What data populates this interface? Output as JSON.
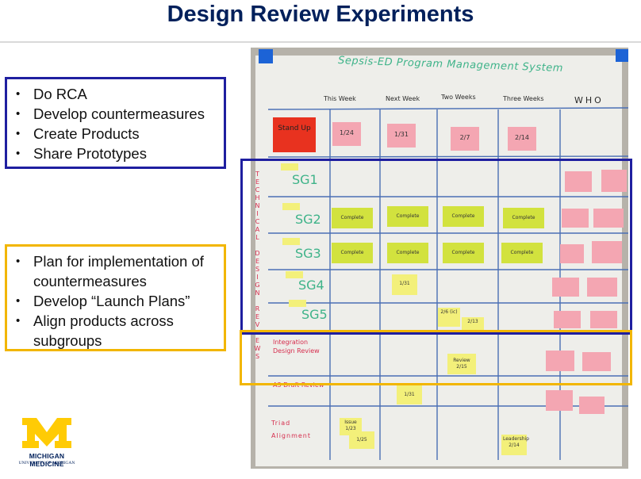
{
  "slide": {
    "title": "Design Review Experiments",
    "box1_items": [
      "Do RCA",
      "Develop countermeasures",
      "Create Products",
      "Share Prototypes"
    ],
    "box2_items": [
      "Plan for implementation of countermeasures",
      "Develop “Launch Plans”",
      "Align products across subgroups"
    ]
  },
  "board": {
    "title": "Sepsis-ED Program Management System",
    "columns": [
      "This Week",
      "Next Week",
      "Two Weeks",
      "Three Weeks",
      "WHO"
    ],
    "rows": {
      "standup": "Stand Up",
      "technical": "TECHNICAL DESIGN REVIEWS",
      "sg1": "SG1",
      "sg2": "SG2",
      "sg3": "SG3",
      "sg4": "SG4",
      "sg5": "SG5",
      "integration": "Integration Design Review",
      "ab": "A3 Draft Review",
      "triad": "Triad Alignment"
    },
    "notes": {
      "standup_dates": [
        "1/24",
        "1/31",
        "2/7",
        "2/14"
      ],
      "complete": "Complete",
      "sg4_date": "1/31",
      "sg5_date": "2/6 (ic)",
      "sg5_date2": "2/13",
      "review_215": "Review 2/15",
      "ab_date": "1/31",
      "triad_1": "Issue 1/23",
      "triad_2": "1/25",
      "triad_3": "Leadership 2/14"
    }
  },
  "colors": {
    "navy": "#00205b",
    "maize": "#ffcb05",
    "blue_box": "#1f1fa0",
    "gold_box": "#f2b600"
  },
  "logo": {
    "line1": "MICHIGAN MEDICINE",
    "line2": "UNIVERSITY OF MICHIGAN"
  }
}
